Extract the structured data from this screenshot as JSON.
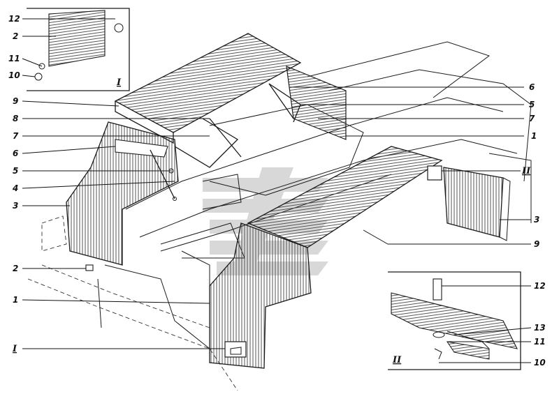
{
  "callouts_left": [
    {
      "id": "c12",
      "text": "12"
    },
    {
      "id": "c2",
      "text": "2"
    },
    {
      "id": "c11",
      "text": "11"
    },
    {
      "id": "c10",
      "text": "10"
    },
    {
      "id": "c9",
      "text": "9"
    },
    {
      "id": "c8",
      "text": "8"
    },
    {
      "id": "c7",
      "text": "7"
    },
    {
      "id": "c6",
      "text": "6"
    },
    {
      "id": "c5",
      "text": "5"
    },
    {
      "id": "c4",
      "text": "4"
    },
    {
      "id": "c3",
      "text": "3"
    },
    {
      "id": "c2b",
      "text": "2"
    },
    {
      "id": "c1",
      "text": "1"
    },
    {
      "id": "cI",
      "text": "I"
    }
  ],
  "callouts_right": [
    {
      "id": "r6",
      "text": "6"
    },
    {
      "id": "r5",
      "text": "5"
    },
    {
      "id": "r7",
      "text": "7"
    },
    {
      "id": "r1",
      "text": "1"
    },
    {
      "id": "rII",
      "text": "II"
    },
    {
      "id": "r3",
      "text": "3"
    },
    {
      "id": "r9",
      "text": "9"
    }
  ],
  "inset_I": {
    "label": "I"
  },
  "inset_II": {
    "label": "II",
    "callouts": [
      {
        "id": "i12",
        "text": "12"
      },
      {
        "id": "i13",
        "text": "13"
      },
      {
        "id": "i11",
        "text": "11"
      },
      {
        "id": "i10",
        "text": "10"
      }
    ]
  },
  "colors": {
    "ink": "#1a1a1a",
    "hatch": "#555555",
    "paper": "#ffffff",
    "watermark": "#c8c8c8"
  }
}
